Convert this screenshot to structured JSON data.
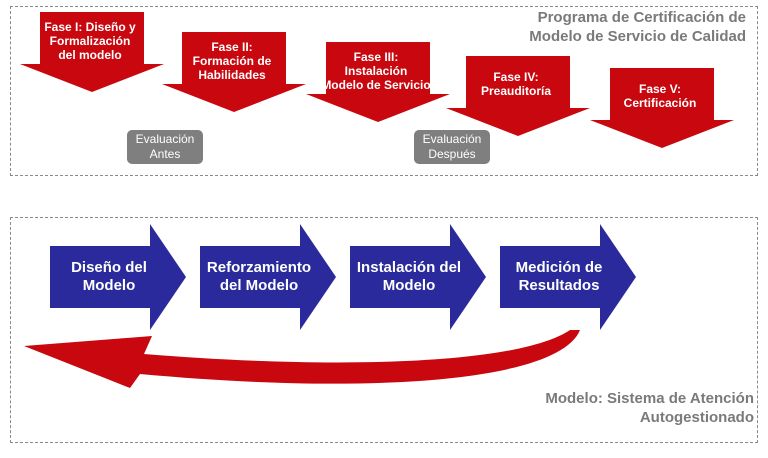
{
  "certification_program": {
    "title_line1": "Programa de Certificación de",
    "title_line2": "Modelo de Servicio de Calidad",
    "phases": [
      {
        "line1": "Fase I: Diseño y",
        "line2": "Formalización",
        "line3": "del modelo"
      },
      {
        "line1": "Fase II:",
        "line2": "Formación de",
        "line3": "Habilidades"
      },
      {
        "line1": "Fase III:",
        "line2": "Instalación",
        "line3": "Modelo de Servicio"
      },
      {
        "line1": "Fase IV:",
        "line2": "Preauditoría",
        "line3": ""
      },
      {
        "line1": "Fase V:",
        "line2": "Certificación",
        "line3": ""
      }
    ],
    "evaluations": [
      {
        "line1": "Evaluación",
        "line2": "Antes"
      },
      {
        "line1": "Evaluación",
        "line2": "Después"
      }
    ],
    "colors": {
      "phase": "#c8070f",
      "badge": "#7f7f7f"
    }
  },
  "service_model": {
    "title_line1": "Modelo: Sistema de Atención",
    "title_line2": "Autogestionado",
    "steps": [
      {
        "line1": "Diseño del",
        "line2": "Modelo"
      },
      {
        "line1": "Reforzamiento",
        "line2": "del Modelo"
      },
      {
        "line1": "Instalación del",
        "line2": "Modelo"
      },
      {
        "line1": "Medición de",
        "line2": "Resultados"
      }
    ],
    "colors": {
      "step": "#2a2a9c",
      "return_arrow": "#c8070f"
    }
  }
}
